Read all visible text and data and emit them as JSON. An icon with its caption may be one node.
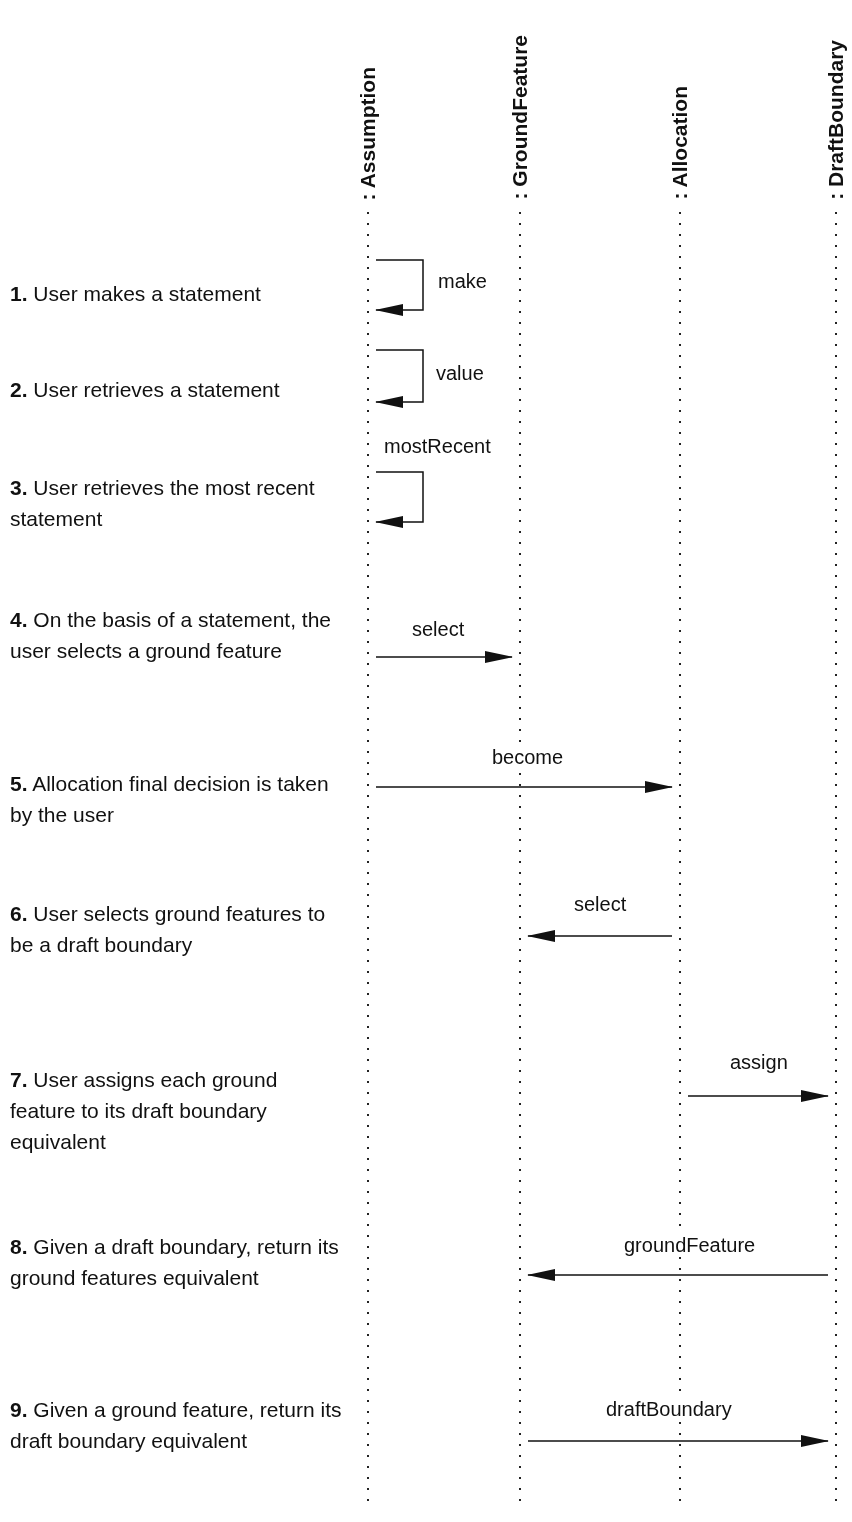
{
  "diagram": {
    "nodes": [
      {
        "text": [
          ": Assumption"
        ]
      },
      {
        "text": [
          ": GroundFeature"
        ]
      },
      {
        "text": [
          ": Allocation"
        ]
      },
      {
        "text": [
          ": DraftBoundary"
        ]
      }
    ],
    "edges": [
      {
        "from": 0,
        "to": 0,
        "arrow": "to",
        "label": "make"
      },
      {
        "from": 0,
        "to": 0,
        "arrow": "to",
        "label": "value"
      },
      {
        "from": 0,
        "to": 0,
        "arrow": "to",
        "label": "mostRecent"
      },
      {
        "from": 0,
        "to": 1,
        "arrow": "to",
        "label": "select"
      },
      {
        "from": 0,
        "to": 2,
        "arrow": "to",
        "label": "become"
      },
      {
        "from": 2,
        "to": 1,
        "arrow": "to",
        "label": "select"
      },
      {
        "from": 2,
        "to": 3,
        "arrow": "to",
        "label": "assign"
      },
      {
        "from": 3,
        "to": 1,
        "arrow": "to",
        "label": "groundFeature"
      },
      {
        "from": 1,
        "to": 3,
        "arrow": "to",
        "label": "draftBoundary"
      }
    ],
    "labels": [
      "**1.**  User makes a statement",
      "**2.** User retrieves a statement",
      "**3.** User retrieves the most recent statement",
      "**4.** On the basis of a statement, the user selects a ground feature",
      "**5.** Allocation final decision is taken by the user",
      "**6.** User selects ground features to be a draft boundary",
      "**7.** User assigns each ground feature to its draft boundary equivalent",
      "**8.** Given a draft boundary, return its ground features equivalent",
      "**9.** Given a ground feature, return its draft boundary equivalent"
    ]
  }
}
